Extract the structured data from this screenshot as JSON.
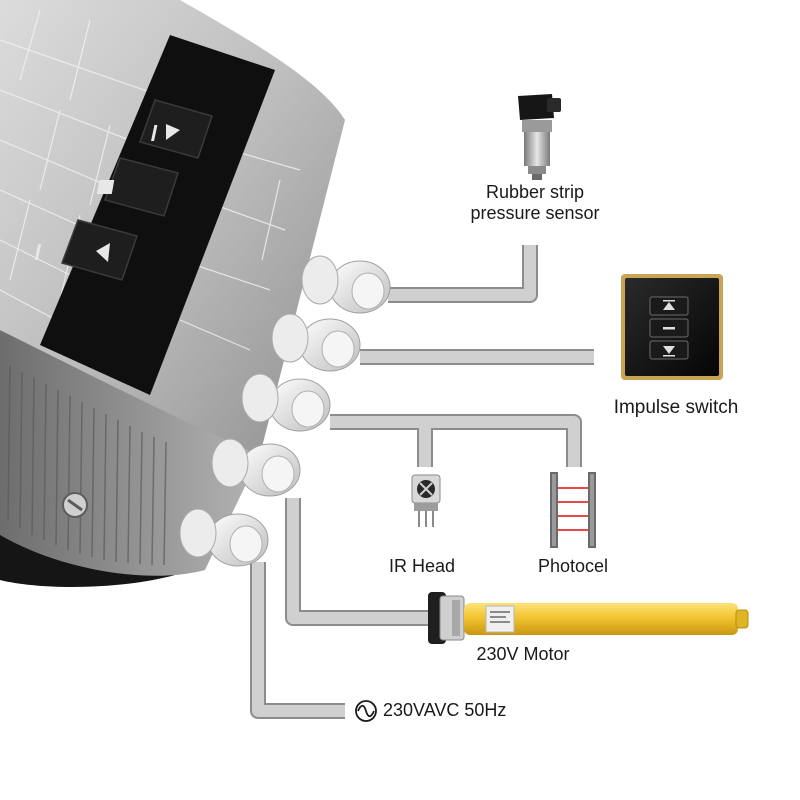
{
  "labels": {
    "pressure_sensor_line1": "Rubber strip",
    "pressure_sensor_line2": "pressure sensor",
    "impulse_switch": "Impulse switch",
    "ir_head": "IR Head",
    "photocell": "Photocel",
    "motor": "230V Motor",
    "power": "230VAVC 50Hz"
  },
  "icons": {
    "controller_buttons": [
      "play-next-icon",
      "stop-icon",
      "previous-icon"
    ],
    "impulse_switch_buttons": [
      "up-arrow-icon",
      "stop-bar-icon",
      "down-arrow-icon"
    ],
    "power": "ac-sine-wave-icon"
  },
  "colors": {
    "wire": "#c8c8c8",
    "wire_outline": "#8c8c8c",
    "motor_tube": "#f2c531",
    "controller_panel": "#111111",
    "switch_frame": "#c9a455"
  }
}
